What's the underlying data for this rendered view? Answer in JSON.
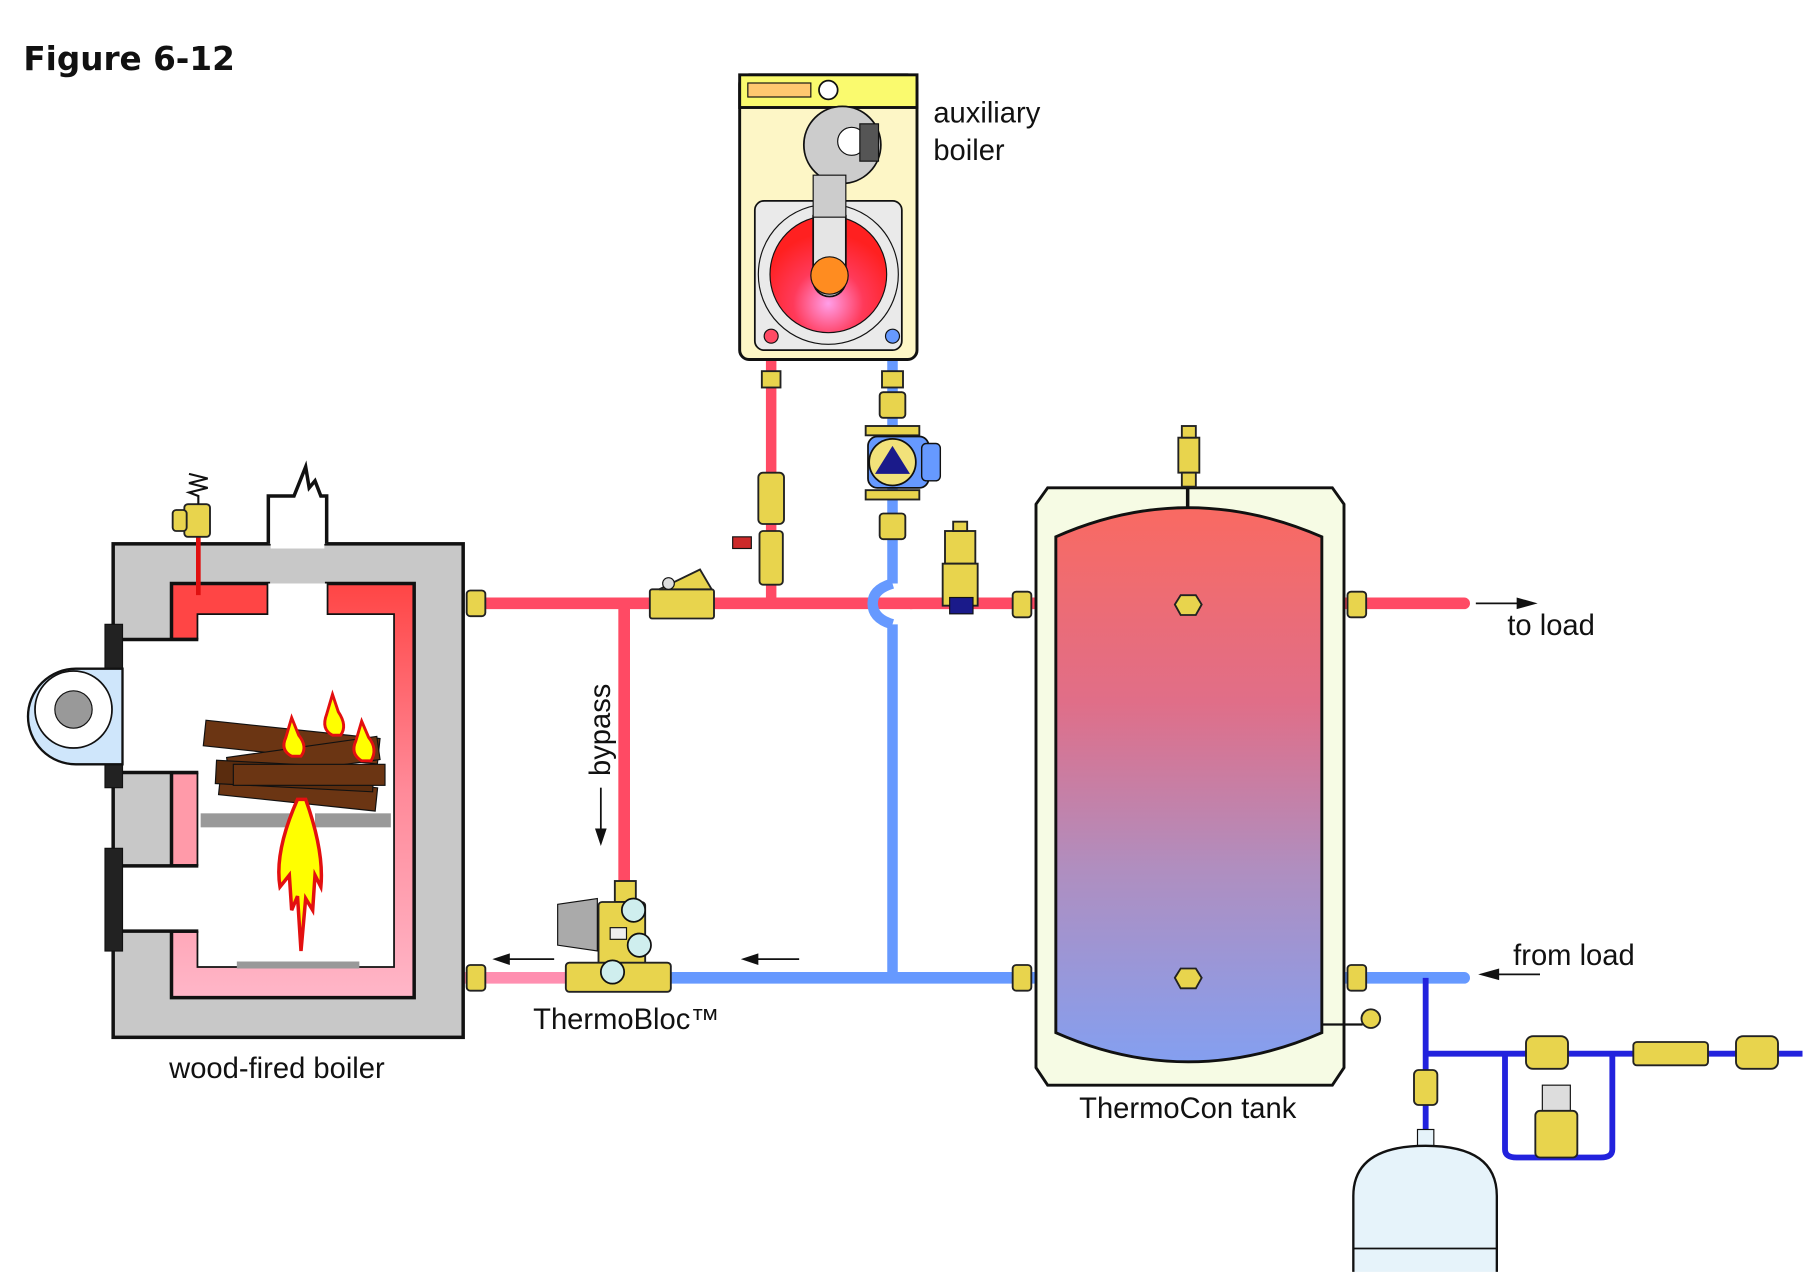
{
  "figure": {
    "title": "Figure 6-12",
    "type": "hydronic piping schematic"
  },
  "labels": {
    "auxiliary_boiler_line1": "auxiliary",
    "auxiliary_boiler_line2": "boiler",
    "wood_fired_boiler": "wood-fired boiler",
    "thermobloc": "ThermoBloc™",
    "bypass": "bypass",
    "thermocon_tank": "ThermoCon tank",
    "to_load": "to load",
    "from_load": "from load"
  },
  "components": [
    {
      "id": "wood-fired-boiler",
      "name": "wood-fired boiler"
    },
    {
      "id": "auxiliary-boiler",
      "name": "auxiliary boiler"
    },
    {
      "id": "thermobloc",
      "name": "ThermoBloc™ mixing/circulator unit"
    },
    {
      "id": "thermocon-tank",
      "name": "ThermoCon tank"
    },
    {
      "id": "expansion-tank",
      "name": "expansion tank"
    },
    {
      "id": "circulator",
      "name": "circulator pump"
    },
    {
      "id": "air-separator",
      "name": "air separator"
    },
    {
      "id": "swing-check-valve",
      "name": "swing check valve"
    },
    {
      "id": "relief-valve",
      "name": "pressure relief valve"
    },
    {
      "id": "pressure-reducing-valve",
      "name": "pressure reducing valve"
    },
    {
      "id": "backflow-preventer",
      "name": "backflow preventer"
    }
  ],
  "colors": {
    "hot_pipe": "#ff4a64",
    "cool_pipe": "#6699ff",
    "cold_water": "#2222dd",
    "mixed_pipe": "#ff8fb0",
    "brass": "#e8d44d",
    "boiler_jacket": "#c8c8c8",
    "tank_jacket": "#f6fbe4",
    "aux_boiler_body": "#fdf6c6",
    "aux_boiler_panel": "#fafa6e"
  },
  "flow_arrows": [
    {
      "name": "bypass-flow-arrow",
      "direction": "down"
    },
    {
      "name": "return-flow-arrow",
      "direction": "left"
    },
    {
      "name": "boiler-inlet-arrow",
      "direction": "left"
    },
    {
      "name": "to-load-arrow",
      "direction": "right"
    },
    {
      "name": "from-load-arrow",
      "direction": "left"
    }
  ]
}
